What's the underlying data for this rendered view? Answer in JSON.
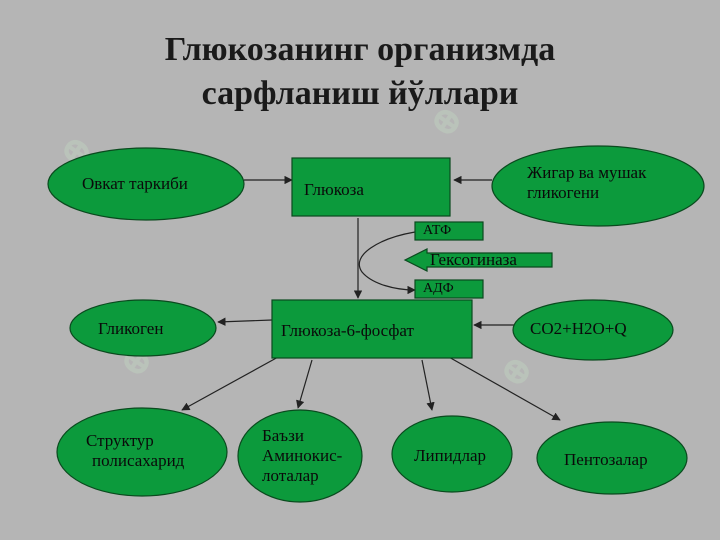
{
  "title": {
    "line1": "Глюкозанинг организмда",
    "line2": "сарфланиш йўллари"
  },
  "colors": {
    "fill": "#0c9a3c",
    "stroke": "#0a4a1e",
    "background": "#b5b5b5",
    "arrow": "#222222"
  },
  "nodes": {
    "food": "Овкат таркиби",
    "glucose": "Глюкоза",
    "liver": {
      "line1": "Жигар ва мушак",
      "line2": "гликогени"
    },
    "atf": "АТФ",
    "hexokinase": "Гексогиназа",
    "adf": "АДФ",
    "glycogen": "Гликоген",
    "g6p": "Глюкоза-6-фосфат",
    "co2": "CO2+H2O+Q",
    "struct": {
      "line1": "Структур",
      "line2": "полисахарид"
    },
    "amino": {
      "line1": "Баъзи",
      "line2": "Аминокис-",
      "line3": "лоталар"
    },
    "lipids": "Липидлар",
    "pentoses": "Пентозалар"
  }
}
